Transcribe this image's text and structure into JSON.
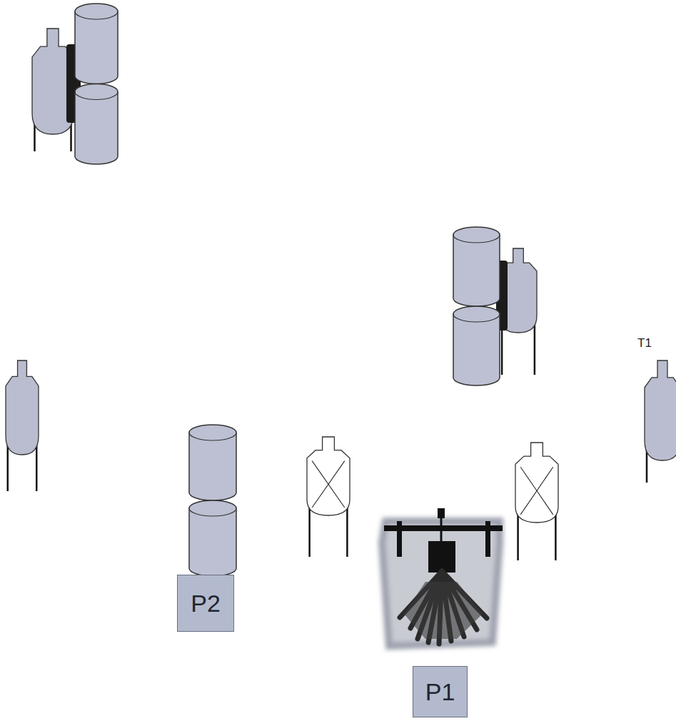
{
  "diagram": {
    "nodes": [
      {
        "text": [
          "P2"
        ]
      },
      {
        "text": [
          "P1"
        ]
      }
    ],
    "labels": [
      "T1"
    ]
  }
}
